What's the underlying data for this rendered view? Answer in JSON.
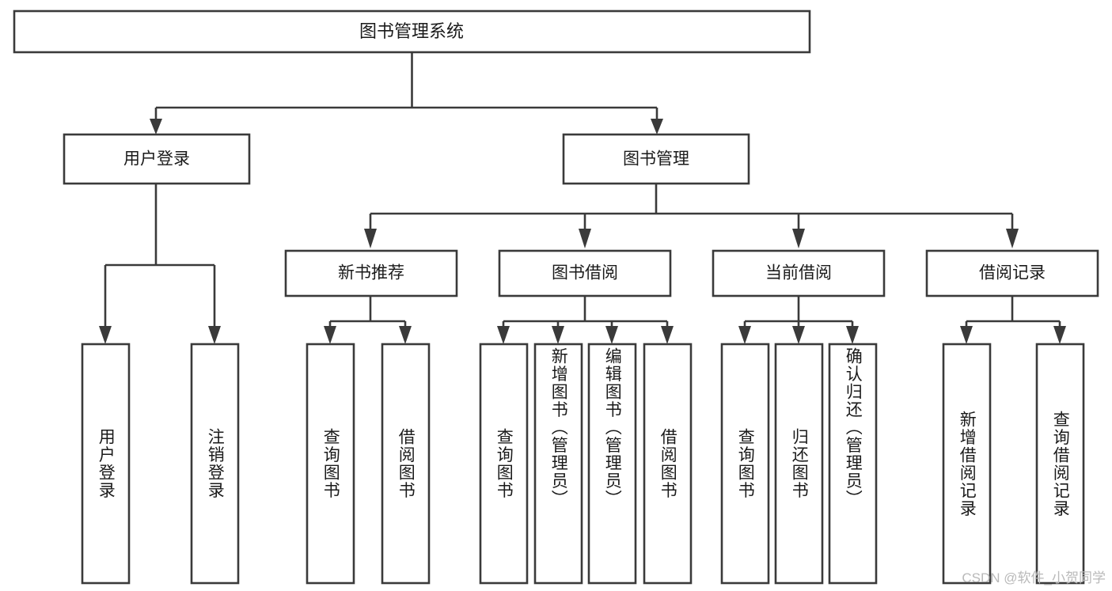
{
  "diagram": {
    "title_node": {
      "label": "图书管理系统"
    },
    "level2": [
      {
        "id": "user-login",
        "label": "用户登录"
      },
      {
        "id": "book-management",
        "label": "图书管理"
      }
    ],
    "level3": [
      {
        "id": "new-book-recommend",
        "label": "新书推荐"
      },
      {
        "id": "book-borrow",
        "label": "图书借阅"
      },
      {
        "id": "current-borrow",
        "label": "当前借阅"
      },
      {
        "id": "borrow-record",
        "label": "借阅记录"
      }
    ],
    "leaves": [
      {
        "id": "leaf-user-login",
        "label": "用户登录",
        "parent": "用户登录"
      },
      {
        "id": "leaf-logout",
        "label": "注销登录",
        "parent": "用户登录"
      },
      {
        "id": "leaf-query-book-1",
        "label": "查询图书",
        "parent": "新书推荐"
      },
      {
        "id": "leaf-borrow-book-1",
        "label": "借阅图书",
        "parent": "新书推荐"
      },
      {
        "id": "leaf-query-book-2",
        "label": "查询图书",
        "parent": "图书借阅"
      },
      {
        "id": "leaf-add-book-admin",
        "label": "新增图书（管理员）",
        "parent": "图书借阅"
      },
      {
        "id": "leaf-edit-book-admin",
        "label": "编辑图书（管理员）",
        "parent": "图书借阅"
      },
      {
        "id": "leaf-borrow-book-2",
        "label": "借阅图书",
        "parent": "图书借阅"
      },
      {
        "id": "leaf-query-book-3",
        "label": "查询图书",
        "parent": "当前借阅"
      },
      {
        "id": "leaf-return-book",
        "label": "归还图书",
        "parent": "当前借阅"
      },
      {
        "id": "leaf-confirm-return-admin",
        "label": "确认归还（管理员）",
        "parent": "当前借阅"
      },
      {
        "id": "leaf-add-borrow-record",
        "label": "新增借阅记录",
        "parent": "借阅记录"
      },
      {
        "id": "leaf-query-borrow-record",
        "label": "查询借阅记录",
        "parent": "借阅记录"
      }
    ],
    "watermark": "CSDN @软件_小贺同学",
    "colors": {
      "stroke": "#3a3a3a",
      "fill": "#ffffff",
      "text": "#1a1a1a",
      "watermark": "#b9b9b9"
    }
  }
}
